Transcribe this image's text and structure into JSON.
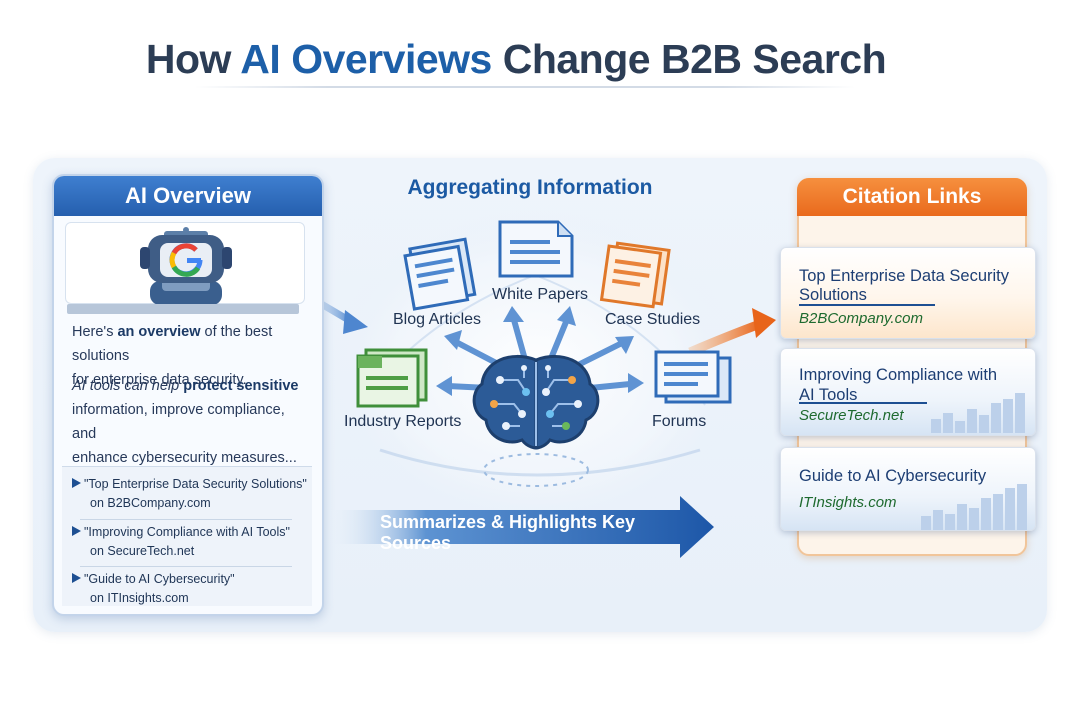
{
  "title": {
    "pre": "How ",
    "accent": "AI Overviews",
    "post": " Change B2B Search"
  },
  "overview": {
    "header": "AI Overview",
    "p1": {
      "a": "Here's ",
      "b": "an overview",
      "c": " of the best solutions",
      "d": "for enterprise data security."
    },
    "p2": {
      "a": "AI tools can help ",
      "b": "protect sensitive",
      "c": "information, improve compliance, and",
      "d": "enhance cybersecurity measures..."
    },
    "sources": [
      {
        "title": "\"Top Enterprise Data Security Solutions\"",
        "site": "on B2BCompany.com"
      },
      {
        "title": "\"Improving Compliance with AI Tools\"",
        "site": "on SecureTech.net"
      },
      {
        "title": "\"Guide to AI Cybersecurity\"",
        "site": "on ITInsights.com"
      }
    ]
  },
  "center": {
    "title": "Aggregating Information",
    "nodes": {
      "white_papers": "White Papers",
      "blog_articles": "Blog Articles",
      "case_studies": "Case Studies",
      "industry_reports": "Industry Reports",
      "forums": "Forums"
    },
    "banner": "Summarizes & Highlights Key Sources"
  },
  "citations": {
    "header": "Citation Links",
    "cards": [
      {
        "line1": "Top Enterprise Data Security",
        "line2": "Solutions",
        "url": "B2BCompany.com"
      },
      {
        "line1": "Improving Compliance with",
        "line2": "AI Tools",
        "url": "SecureTech.net"
      },
      {
        "line1": "Guide to AI Cybersecurity",
        "line2": "",
        "url": "ITInsights.com"
      }
    ]
  },
  "colors": {
    "primary_blue": "#255fae",
    "accent_orange": "#e96a1d",
    "url_green": "#1e6a2f",
    "google_blue": "#4285f4",
    "google_red": "#ea4335",
    "google_yellow": "#fbbc05",
    "google_green": "#34a853"
  }
}
